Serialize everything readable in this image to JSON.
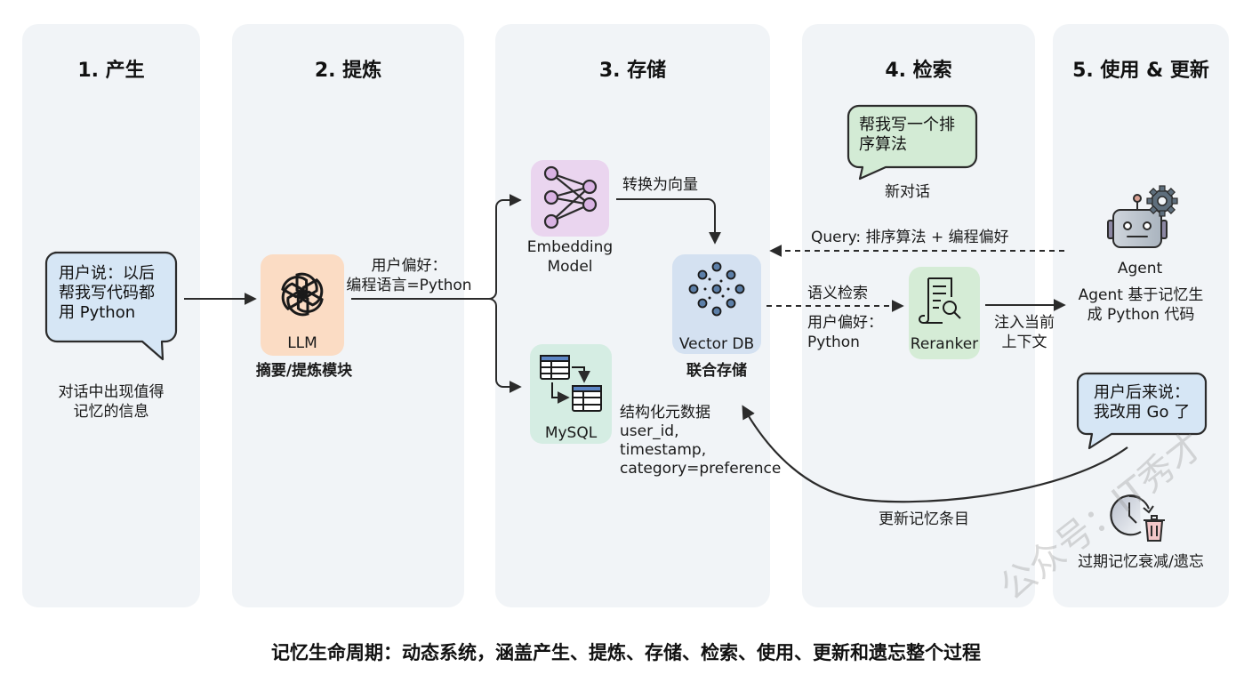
{
  "stages": [
    {
      "title": "1. 产生"
    },
    {
      "title": "2. 提炼"
    },
    {
      "title": "3. 存储"
    },
    {
      "title": "4. 检索"
    },
    {
      "title": "5. 使用 & 更新"
    }
  ],
  "stage1": {
    "bubble_lines": [
      "用户说：以后",
      "帮我写代码都",
      "用 Python"
    ],
    "caption_lines": [
      "对话中出现值得",
      "记忆的信息"
    ]
  },
  "stage2": {
    "llm_label": "LLM",
    "llm_caption": "摘要/提炼模块",
    "output_lines": [
      "用户偏好：",
      "编程语言=Python"
    ]
  },
  "stage3": {
    "embedding_label_lines": [
      "Embedding",
      "Model"
    ],
    "embed_arrow_label": "转换为向量",
    "vectordb_label": "Vector DB",
    "vectordb_caption": "联合存储",
    "mysql_label": "MySQL",
    "metadata_lines": [
      "结构化元数据",
      "user_id,",
      "timestamp,",
      "category=preference"
    ]
  },
  "stage4": {
    "bubble_lines": [
      "帮我写一个排",
      "序算法"
    ],
    "bubble_caption": "新对话",
    "query_label": "Query: 排序算法 + 编程偏好",
    "semantic_label": "语义检索",
    "result_lines": [
      "用户偏好：",
      "Python"
    ],
    "reranker_label": "Reranker",
    "inject_lines": [
      "注入当前",
      "上下文"
    ]
  },
  "stage5": {
    "agent_label": "Agent",
    "agent_caption_lines": [
      "Agent 基于记忆生",
      "成 Python 代码"
    ],
    "bubble_lines": [
      "用户后来说：",
      "我改用 Go 了"
    ],
    "update_label": "更新记忆条目",
    "forget_caption": "过期记忆衰减/遗忘"
  },
  "footer": "记忆生命周期：动态系统，涵盖产生、提炼、存储、检索、使用、更新和遗忘整个过程",
  "watermark": "公众号：IT秀才",
  "colors": {
    "panel_bg": "#f1f4f7",
    "bubble_blue": "#d6e6f5",
    "bubble_green": "#d3ebd5",
    "llm_tile": "#fbdcc4",
    "embedding_tile": "#ead5ef",
    "vectordb_tile": "#d4e1f1",
    "mysql_tile": "#d5ede3",
    "reranker_tile": "#d5ecd6",
    "stroke": "#2b2b2b"
  }
}
